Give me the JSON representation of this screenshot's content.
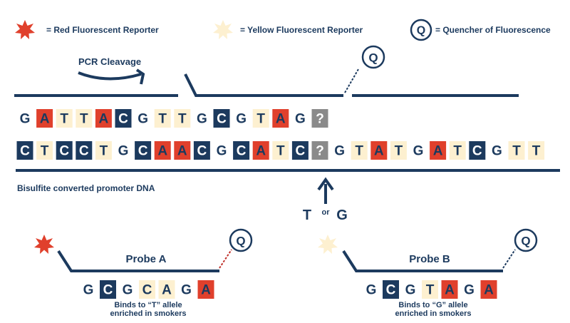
{
  "colors": {
    "navy": "#1c3a5e",
    "red": "#e0402c",
    "cream": "#fdf0d0",
    "gray": "#8a8a8a",
    "white": "#ffffff"
  },
  "legend": {
    "red_label": "= Red Fluorescent Reporter",
    "yellow_label": "= Yellow Fluorescent Reporter",
    "quencher_symbol": "Q",
    "quencher_label": "= Quencher of Fluorescence"
  },
  "pcr_cleavage": "PCR Cleavage",
  "strand_top": [
    {
      "b": "G",
      "s": "plain"
    },
    {
      "b": "A",
      "s": "red"
    },
    {
      "b": "T",
      "s": "cream"
    },
    {
      "b": "T",
      "s": "cream"
    },
    {
      "b": "A",
      "s": "red"
    },
    {
      "b": "C",
      "s": "navy"
    },
    {
      "b": "G",
      "s": "plain"
    },
    {
      "b": "T",
      "s": "cream"
    },
    {
      "b": "T",
      "s": "cream"
    },
    {
      "b": "G",
      "s": "plain"
    },
    {
      "b": "C",
      "s": "navy"
    },
    {
      "b": "G",
      "s": "plain"
    },
    {
      "b": "T",
      "s": "cream"
    },
    {
      "b": "A",
      "s": "red"
    },
    {
      "b": "G",
      "s": "plain"
    },
    {
      "b": "?",
      "s": "gray"
    }
  ],
  "strand_bottom": [
    {
      "b": "C",
      "s": "navy"
    },
    {
      "b": "T",
      "s": "cream"
    },
    {
      "b": "C",
      "s": "navy"
    },
    {
      "b": "C",
      "s": "navy"
    },
    {
      "b": "T",
      "s": "cream"
    },
    {
      "b": "G",
      "s": "plain"
    },
    {
      "b": "C",
      "s": "navy"
    },
    {
      "b": "A",
      "s": "red"
    },
    {
      "b": "A",
      "s": "red"
    },
    {
      "b": "C",
      "s": "navy"
    },
    {
      "b": "G",
      "s": "plain"
    },
    {
      "b": "C",
      "s": "navy"
    },
    {
      "b": "A",
      "s": "red"
    },
    {
      "b": "T",
      "s": "cream"
    },
    {
      "b": "C",
      "s": "navy"
    },
    {
      "b": "?",
      "s": "gray"
    },
    {
      "b": "G",
      "s": "plain"
    },
    {
      "b": "T",
      "s": "cream"
    },
    {
      "b": "A",
      "s": "red"
    },
    {
      "b": "T",
      "s": "cream"
    },
    {
      "b": "G",
      "s": "plain"
    },
    {
      "b": "A",
      "s": "red"
    },
    {
      "b": "T",
      "s": "cream"
    },
    {
      "b": "C",
      "s": "navy"
    },
    {
      "b": "G",
      "s": "plain"
    },
    {
      "b": "T",
      "s": "cream"
    },
    {
      "b": "T",
      "s": "cream"
    }
  ],
  "dna_label": "Bisulfite converted promoter DNA",
  "snp": {
    "left": "T",
    "or": "or",
    "right": "G"
  },
  "probe_a": {
    "title": "Probe A",
    "quencher": "Q",
    "bases": [
      {
        "b": "G",
        "s": "plain"
      },
      {
        "b": "C",
        "s": "navy"
      },
      {
        "b": "G",
        "s": "plain"
      },
      {
        "b": "C",
        "s": "cream"
      },
      {
        "b": "A",
        "s": "cream"
      },
      {
        "b": "G",
        "s": "plain"
      },
      {
        "b": "A",
        "s": "red"
      }
    ],
    "note_line1": "Binds to “T” allele",
    "note_line2": "enriched in smokers"
  },
  "probe_b": {
    "title": "Probe B",
    "quencher": "Q",
    "bases": [
      {
        "b": "G",
        "s": "plain"
      },
      {
        "b": "C",
        "s": "navy"
      },
      {
        "b": "G",
        "s": "plain"
      },
      {
        "b": "T",
        "s": "cream"
      },
      {
        "b": "A",
        "s": "red"
      },
      {
        "b": "G",
        "s": "plain"
      },
      {
        "b": "A",
        "s": "red"
      }
    ],
    "note_line1": "Binds to “G” allele",
    "note_line2": "enriched in smokers"
  }
}
